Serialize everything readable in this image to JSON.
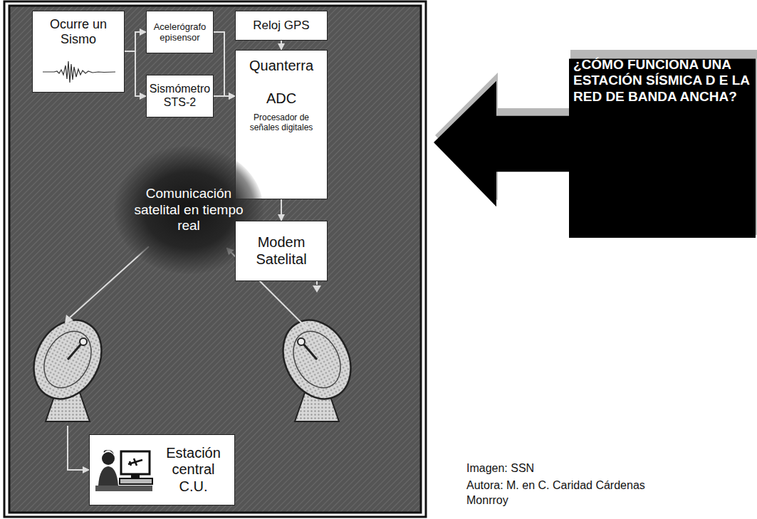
{
  "diagram": {
    "nodes": [
      {
        "text": [
          "Ocurre un Sismo"
        ]
      },
      {
        "text": [
          "Acelerógrafo episensor"
        ]
      },
      {
        "text": [
          "Reloj GPS"
        ]
      },
      {
        "text": [
          "Sismómetro STS-2"
        ]
      },
      {
        "text": [
          "Quanterra",
          "ADC",
          "Procesador de señales digitales"
        ]
      },
      {
        "text": [
          "Comunicación satelital en tiempo real"
        ]
      },
      {
        "text": [
          "Modem Satelital"
        ]
      },
      {
        "text": [
          "Estación central C.U."
        ]
      },
      {
        "text": [
          "¿CÓMO FUNCIONA UNA ESTACIÓN SÍSMICA D E LA RED DE BANDA ANCHA?"
        ]
      }
    ],
    "edges": [
      {
        "from": 0,
        "to": 1,
        "arrow": "to"
      },
      {
        "from": 0,
        "to": 3,
        "arrow": "to"
      },
      {
        "from": 1,
        "to": 4,
        "arrow": "to"
      },
      {
        "from": 3,
        "to": 4,
        "arrow": "to"
      },
      {
        "from": 2,
        "to": 4,
        "arrow": "to"
      },
      {
        "from": 4,
        "to": 6,
        "arrow": "to"
      },
      {
        "from": 6,
        "to": 5,
        "arrow": "to"
      },
      {
        "from": 5,
        "to": 7,
        "arrow": "to"
      }
    ],
    "labels": [
      "Imagen: SSN",
      "Autora: M. en C. Caridad Cárdenas Monrroy"
    ]
  }
}
